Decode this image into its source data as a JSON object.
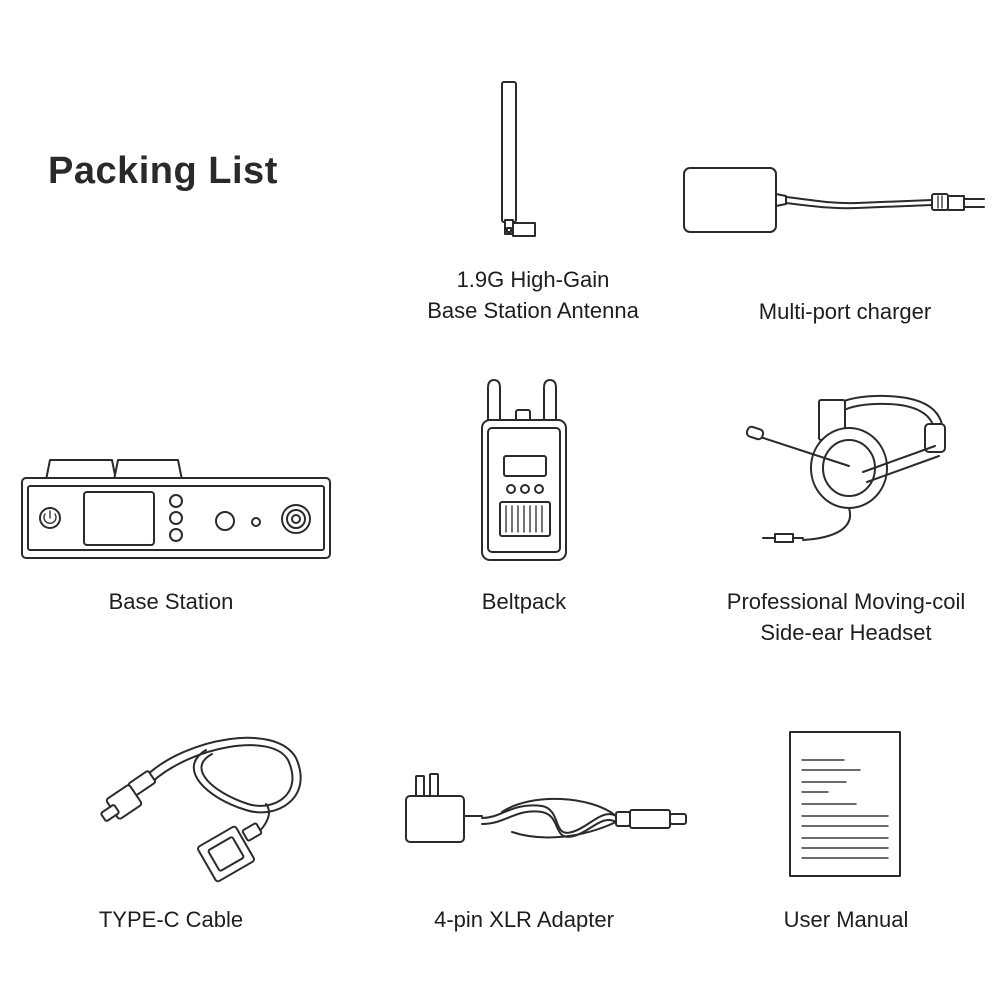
{
  "page": {
    "title": "Packing List"
  },
  "items": [
    {
      "id": "antenna",
      "caption": [
        "1.9G High-Gain",
        "Base Station Antenna"
      ],
      "icon": "antenna-icon"
    },
    {
      "id": "charger",
      "caption": [
        "Multi-port charger"
      ],
      "icon": "charger-icon"
    },
    {
      "id": "base",
      "caption": [
        "Base Station"
      ],
      "icon": "base-station-icon"
    },
    {
      "id": "beltpack",
      "caption": [
        "Beltpack"
      ],
      "icon": "beltpack-icon"
    },
    {
      "id": "headset",
      "caption": [
        "Professional Moving-coil",
        "Side-ear Headset"
      ],
      "icon": "headset-icon"
    },
    {
      "id": "cable",
      "caption": [
        "TYPE-C Cable"
      ],
      "icon": "usb-cable-icon"
    },
    {
      "id": "xlr",
      "caption": [
        "4-pin XLR Adapter"
      ],
      "icon": "xlr-adapter-icon"
    },
    {
      "id": "manual",
      "caption": [
        "User Manual"
      ],
      "icon": "manual-icon"
    }
  ]
}
